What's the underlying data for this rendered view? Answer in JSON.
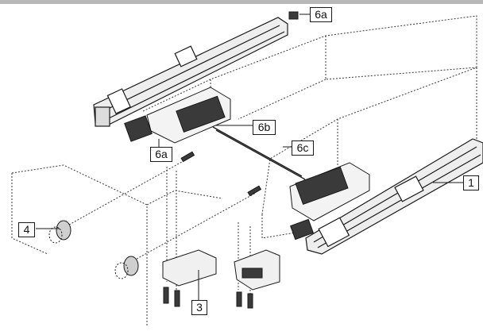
{
  "labels": {
    "6a_top": "6a",
    "6b": "6b",
    "6a_left": "6a",
    "6c": "6c",
    "1": "1",
    "4": "4",
    "3": "3"
  },
  "colors": {
    "top_bar": "#b9b9b9",
    "line": "#1a1a1a",
    "dashed": "#3a3a3a",
    "rail_fill": "#eeeeee",
    "dark_part": "#3a3a3a"
  }
}
